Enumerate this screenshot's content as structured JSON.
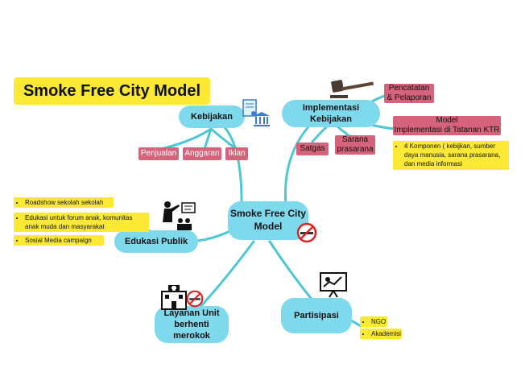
{
  "title": "Smoke Free City Model",
  "center": "Smoke Free City\nModel",
  "nodes": {
    "kebijakan": "Kebijakan",
    "implementasi": "Implementasi\nKebijakan",
    "edukasi": "Edukasi Publik",
    "layanan": "Layanan Unit\nberhenti\nmerokok",
    "partisipasi": "Partisipasi"
  },
  "kebijakan_tags": [
    "Penjualan",
    "Anggaran",
    "Iklan"
  ],
  "implementasi_tags": {
    "pencatatan": "Pencatatan\n& Pelaporan",
    "model": "Model\nImplementasi di Tatanan KTR",
    "satgas": "Satgas",
    "sarana": "Sarana\nprasarana"
  },
  "implementasi_note": "4 Komponen ( kebijkan, sumber daya manusia, sarana prasarana, dan media informasi",
  "edukasi_notes": [
    "Roadshow sekolah sekolah",
    "Edukasi untuk forum anak, komunitas anak muda dan masyarakat",
    "Sosial Media campaign"
  ],
  "partisipasi_notes": [
    "NGO",
    "Akademisi"
  ],
  "colors": {
    "node": "#7fd9ec",
    "line": "#4fc6d4",
    "tag": "#d5637b",
    "note": "#fbe935"
  },
  "icons": [
    "certificate-icon",
    "building-icon",
    "gavel-icon",
    "teacher-icon",
    "no-smoking-icon",
    "hospital-icon",
    "presentation-icon"
  ]
}
